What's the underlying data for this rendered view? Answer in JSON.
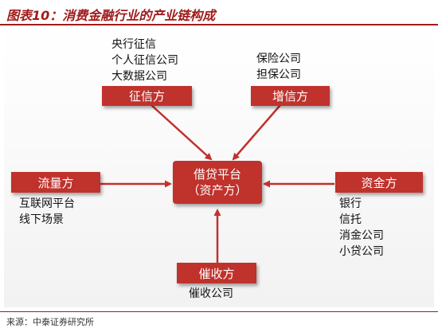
{
  "title": "图表10：消费金融行业的产业链构成",
  "nodes": {
    "center": {
      "line1": "借贷平台",
      "line2": "（资产方）"
    },
    "credit": {
      "label": "征信方",
      "notes": [
        "央行征信",
        "个人征信公司",
        "大数据公司"
      ]
    },
    "guarantee": {
      "label": "增信方",
      "notes": [
        "保险公司",
        "担保公司"
      ]
    },
    "traffic": {
      "label": "流量方",
      "notes": [
        "互联网平台",
        "线下场景"
      ]
    },
    "funding": {
      "label": "资金方",
      "notes": [
        "银行",
        "信托",
        "消金公司",
        "小贷公司"
      ]
    },
    "collection": {
      "label": "催收方",
      "notes": [
        "催收公司"
      ]
    }
  },
  "source": "来源：中泰证券研究所",
  "colors": {
    "accent": "#c0322c",
    "title": "#a01c1c"
  }
}
